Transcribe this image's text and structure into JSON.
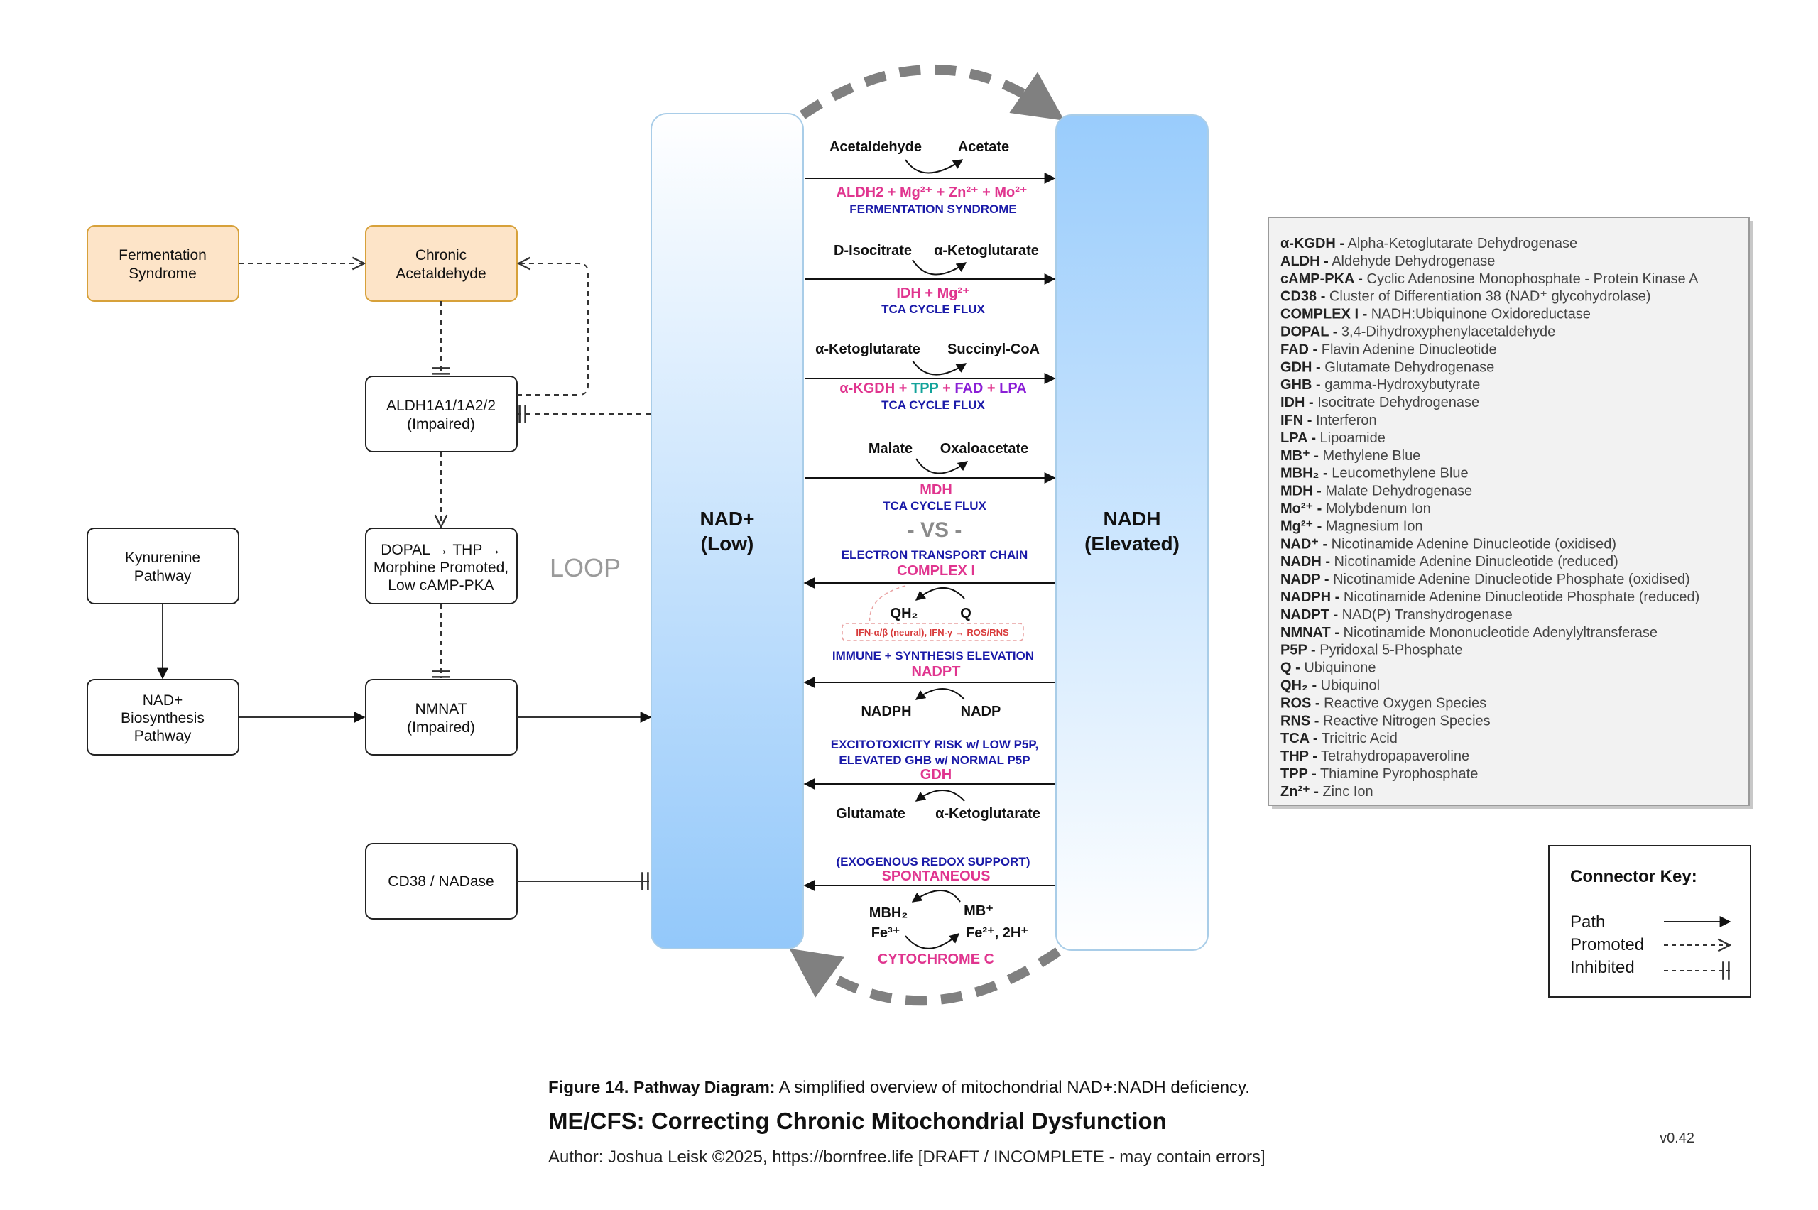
{
  "left_boxes": {
    "fermentation": [
      "Fermentation",
      "Syndrome"
    ],
    "chronic_acetaldehyde": [
      "Chronic",
      "Acetaldehyde"
    ],
    "aldh": [
      "ALDH1A1/1A2/2",
      "(Impaired)"
    ],
    "dopal": [
      "DOPAL → THP →",
      "Morphine Promoted,",
      "Low cAMP-PKA"
    ],
    "kynurenine": [
      "Kynurenine",
      "Pathway"
    ],
    "nad_biosynthesis": [
      "NAD+",
      "Biosynthesis",
      "Pathway"
    ],
    "nmnat": [
      "NMNAT",
      "(Impaired)"
    ],
    "cd38": "CD38 / NADase"
  },
  "loop_label": "LOOP",
  "nad_column": [
    "NAD+",
    "(Low)"
  ],
  "nadh_column": [
    "NADH",
    "(Elevated)"
  ],
  "reactions": {
    "r1": {
      "left": "Acetaldehyde",
      "right": "Acetate",
      "enzyme": "ALDH2 + Mg²⁺ + Zn²⁺ + Mo²⁺",
      "context": "FERMENTATION SYNDROME"
    },
    "r2": {
      "left": "D-Isocitrate",
      "right": "α-Ketoglutarate",
      "enzyme": "IDH + Mg²⁺",
      "context": "TCA CYCLE FLUX"
    },
    "r3": {
      "left": "α-Ketoglutarate",
      "right": "Succinyl-CoA",
      "enzyme_parts": [
        "α-KGDH + ",
        "TPP",
        " + ",
        "FAD",
        " + ",
        "LPA"
      ],
      "context": "TCA CYCLE FLUX"
    },
    "r4": {
      "left": "Malate",
      "right": "Oxaloacetate",
      "enzyme": "MDH",
      "context": "TCA CYCLE FLUX"
    },
    "vs": "- VS -",
    "r5": {
      "context": "ELECTRON TRANSPORT CHAIN",
      "enzyme": "COMPLEX I",
      "left": "QH₂",
      "right": "Q",
      "note": "IFN-α/β (neural), IFN-γ → ROS/RNS"
    },
    "r6": {
      "context": "IMMUNE + SYNTHESIS ELEVATION",
      "enzyme": "NADPT",
      "left": "NADPH",
      "right": "NADP"
    },
    "r7": {
      "context": [
        "EXCITOTOXICITY RISK w/ LOW P5P,",
        "ELEVATED GHB w/ NORMAL P5P"
      ],
      "enzyme": "GDH",
      "left": "Glutamate",
      "right": "α-Ketoglutarate"
    },
    "r8": {
      "context": "(EXOGENOUS REDOX SUPPORT)",
      "enzyme": "SPONTANEOUS",
      "left": "MBH₂",
      "right": "MB⁺",
      "left2": "Fe³⁺",
      "right2": "Fe²⁺, 2H⁺",
      "enzyme2": "CYTOCHROME C"
    }
  },
  "legend": [
    {
      "k": "α-KGDH -",
      "v": "Alpha-Ketoglutarate Dehydrogenase"
    },
    {
      "k": "ALDH -",
      "v": "Aldehyde Dehydrogenase"
    },
    {
      "k": "cAMP-PKA -",
      "v": "Cyclic Adenosine Monophosphate - Protein Kinase A"
    },
    {
      "k": "CD38 -",
      "v": "Cluster of Differentiation 38 (NAD⁺ glycohydrolase)"
    },
    {
      "k": "COMPLEX I -",
      "v": "NADH:Ubiquinone Oxidoreductase"
    },
    {
      "k": "DOPAL -",
      "v": "3,4-Dihydroxyphenylacetaldehyde"
    },
    {
      "k": "FAD -",
      "v": "Flavin Adenine Dinucleotide"
    },
    {
      "k": "GDH -",
      "v": "Glutamate Dehydrogenase"
    },
    {
      "k": "GHB -",
      "v": "gamma-Hydroxybutyrate"
    },
    {
      "k": "IDH -",
      "v": "Isocitrate Dehydrogenase"
    },
    {
      "k": "IFN -",
      "v": "Interferon"
    },
    {
      "k": "LPA -",
      "v": "Lipoamide"
    },
    {
      "k": "MB⁺ -",
      "v": "Methylene Blue"
    },
    {
      "k": "MBH₂ -",
      "v": "Leucomethylene Blue"
    },
    {
      "k": "MDH -",
      "v": "Malate Dehydrogenase"
    },
    {
      "k": "Mo²⁺ -",
      "v": "Molybdenum Ion"
    },
    {
      "k": "Mg²⁺ -",
      "v": "Magnesium Ion"
    },
    {
      "k": "NAD⁺ -",
      "v": "Nicotinamide Adenine Dinucleotide (oxidised)"
    },
    {
      "k": "NADH -",
      "v": "Nicotinamide Adenine Dinucleotide (reduced)"
    },
    {
      "k": "NADP -",
      "v": "Nicotinamide Adenine Dinucleotide Phosphate (oxidised)"
    },
    {
      "k": "NADPH -",
      "v": "Nicotinamide Adenine Dinucleotide Phosphate (reduced)"
    },
    {
      "k": "NADPT -",
      "v": "NAD(P) Transhydrogenase"
    },
    {
      "k": "NMNAT -",
      "v": "Nicotinamide Mononucleotide Adenylyltransferase"
    },
    {
      "k": "P5P -",
      "v": "Pyridoxal 5-Phosphate"
    },
    {
      "k": "Q -",
      "v": "Ubiquinone"
    },
    {
      "k": "QH₂ -",
      "v": "Ubiquinol"
    },
    {
      "k": "ROS -",
      "v": "Reactive Oxygen Species"
    },
    {
      "k": "RNS -",
      "v": "Reactive Nitrogen Species"
    },
    {
      "k": "TCA -",
      "v": "Tricitric Acid"
    },
    {
      "k": "THP -",
      "v": "Tetrahydropapaveroline"
    },
    {
      "k": "TPP -",
      "v": "Thiamine Pyrophosphate"
    },
    {
      "k": "Zn²⁺ -",
      "v": "Zinc Ion"
    }
  ],
  "connector_key": {
    "title": "Connector Key:",
    "path": "Path",
    "promoted": "Promoted",
    "inhibited": "Inhibited"
  },
  "caption": {
    "figure_label": "Figure 14.",
    "figure_title": "Pathway Diagram:",
    "figure_text": "A simplified overview of mitochondrial NAD+:NADH deficiency.",
    "title": "ME/CFS: Correcting Chronic Mitochondrial Dysfunction",
    "author": "Author: Joshua Leisk ©2025, https://bornfree.life [DRAFT / INCOMPLETE - may contain errors]",
    "version": "v0.42"
  }
}
